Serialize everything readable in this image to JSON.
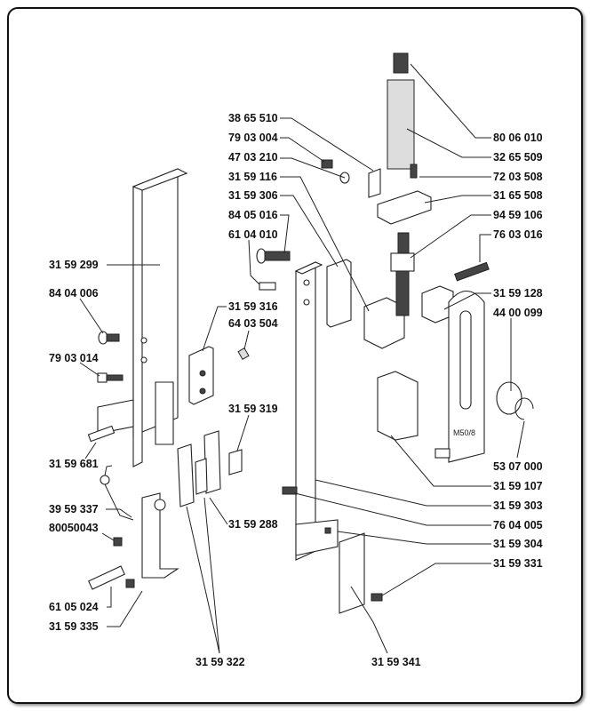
{
  "diagram": {
    "type": "exploded parts diagram",
    "maker_mark": "M50/8",
    "part_labels": {
      "p_3159299": "31 59 299",
      "p_8404006": "84 04 006",
      "p_7903014": "79 03 014",
      "p_3159681": "31 59 681",
      "p_3959337": "39 59 337",
      "p_80050043": "80050043",
      "p_6105024": "61 05 024",
      "p_3159335": "31 59 335",
      "p_3159322": "31 59 322",
      "p_3159316": "31 59 316",
      "p_6403504": "64 03 504",
      "p_3159319": "31 59 319",
      "p_3159288": "31 59 288",
      "p_3865510": "38 65 510",
      "p_7903004": "79 03 004",
      "p_4703210": "47 03 210",
      "p_3159116": "31 59 116",
      "p_3159306": "31 59 306",
      "p_8405016": "84 05 016",
      "p_6104010": "61 04 010",
      "p_3159341": "31 59 341",
      "p_8006010": "80 06 010",
      "p_3265509": "32 65 509",
      "p_7203508": "72 03 508",
      "p_3165508": "31 65 508",
      "p_9459106": "94 59 106",
      "p_7603016": "76 03 016",
      "p_3159128": "31 59 128",
      "p_4400099": "44 00 099",
      "p_5307000": "53 07 000",
      "p_3159107": "31 59 107",
      "p_3159303": "31 59 303",
      "p_7604005": "76 04 005",
      "p_3159304": "31 59 304",
      "p_3159331": "31 59 331"
    }
  }
}
